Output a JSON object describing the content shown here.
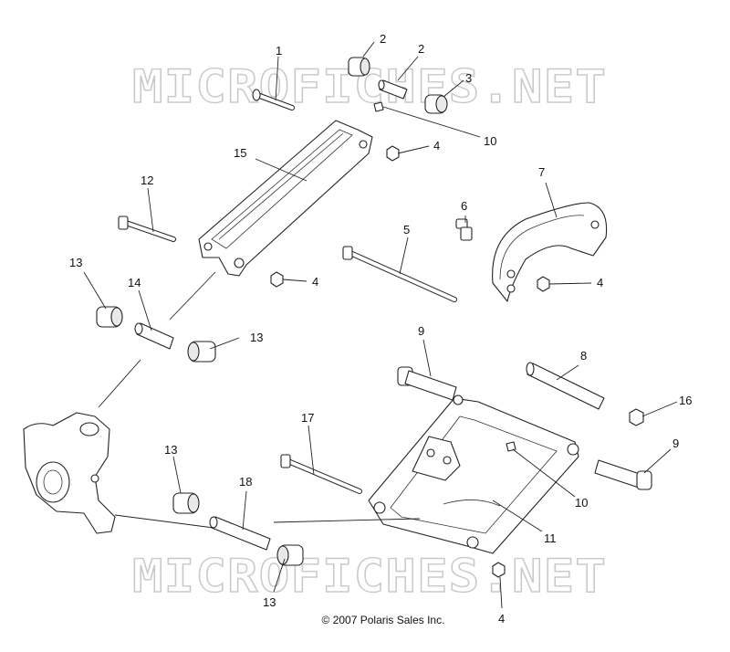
{
  "watermark": {
    "text": "MICROFICHES.NET",
    "color": "#c9c9c9"
  },
  "copyright": "© 2007 Polaris Sales Inc.",
  "callouts": [
    {
      "id": "c1",
      "label": "1"
    },
    {
      "id": "c2a",
      "label": "2"
    },
    {
      "id": "c2b",
      "label": "2"
    },
    {
      "id": "c3",
      "label": "3"
    },
    {
      "id": "c10a",
      "label": "10"
    },
    {
      "id": "c4a",
      "label": "4"
    },
    {
      "id": "c15",
      "label": "15"
    },
    {
      "id": "c7",
      "label": "7"
    },
    {
      "id": "c12",
      "label": "12"
    },
    {
      "id": "c6",
      "label": "6"
    },
    {
      "id": "c5",
      "label": "5"
    },
    {
      "id": "c4b",
      "label": "4"
    },
    {
      "id": "c4c",
      "label": "4"
    },
    {
      "id": "c13a",
      "label": "13"
    },
    {
      "id": "c14",
      "label": "14"
    },
    {
      "id": "c13b",
      "label": "13"
    },
    {
      "id": "c9a",
      "label": "9"
    },
    {
      "id": "c8",
      "label": "8"
    },
    {
      "id": "c16",
      "label": "16"
    },
    {
      "id": "c17",
      "label": "17"
    },
    {
      "id": "c9b",
      "label": "9"
    },
    {
      "id": "c13c",
      "label": "13"
    },
    {
      "id": "c18",
      "label": "18"
    },
    {
      "id": "c10b",
      "label": "10"
    },
    {
      "id": "c11",
      "label": "11"
    },
    {
      "id": "c13d",
      "label": "13"
    },
    {
      "id": "c4d",
      "label": "4"
    }
  ]
}
